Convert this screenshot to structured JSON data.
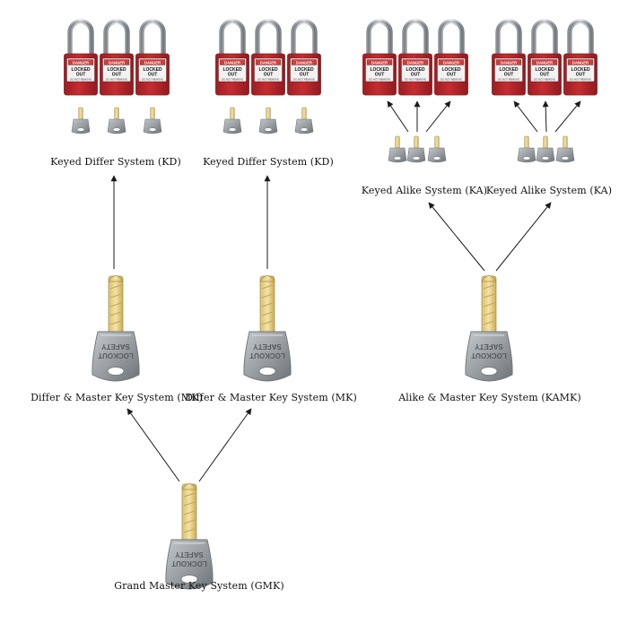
{
  "colors": {
    "lock_body": "#b8262a",
    "lock_body_dark": "#8e1b1f",
    "shackle": "#c9ced3",
    "key_metal": "#9ea3a6",
    "key_metal_dark": "#6f7477",
    "key_brass": "#e6d28a",
    "arrow": "#1a1a1a",
    "label_panel": "#f2f2f2",
    "danger_tag": "#d43c3c"
  },
  "icons": {
    "padlock": "padlock-icon",
    "small_key": "small-key-icon",
    "master_key": "master-key-icon"
  },
  "lock_text": {
    "danger": "DANGER",
    "locked": "LOCKED",
    "out": "OUT",
    "do_not_remove": "DO NOT REMOVE"
  },
  "key_engraving": {
    "line1": "SAFETY",
    "line2": "LOCKOUT"
  },
  "labels": {
    "kd_1": "Keyed Differ System (KD)",
    "kd_2": "Keyed Differ System (KD)",
    "ka_1": "Keyed Alike System (KA)",
    "ka_2": "Keyed Alike System (KA)",
    "mk_1": "Differ & Master Key System (MK)",
    "mk_2": "Differ & Master Key System (MK)",
    "kamk": "Alike & Master Key System (KAMK)",
    "gmk": "Grand Master Key System (GMK)"
  }
}
